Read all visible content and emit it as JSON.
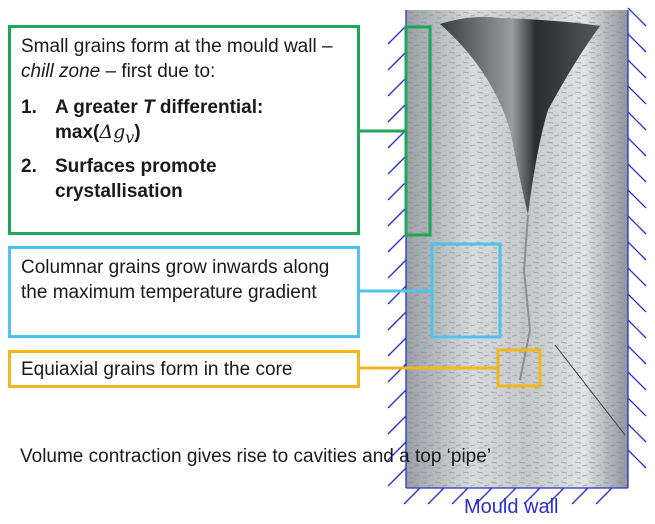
{
  "callouts": {
    "chill": {
      "line1": "Small grains form at the mould wall –",
      "chill_zone": "chill zone",
      "line1_tail": "– first due to:",
      "items": [
        {
          "num": "1.",
          "text": "A greater",
          "var": "T",
          "text2": "differential:",
          "expr": "max(",
          "math": "Δg",
          "sub": "v",
          "close": ")"
        },
        {
          "num": "2.",
          "text": "Surfaces promote crystallisation"
        }
      ]
    },
    "columnar": "Columnar grains grow inwards along the maximum temperature gradient",
    "equiaxial": "Equiaxial grains form in the core"
  },
  "note": "Volume contraction gives rise to cavities and a top ‘pipe’",
  "mould_label": "Mould wall",
  "colors": {
    "chill": "#1fa55a",
    "columnar": "#4fc3ee",
    "equiaxial": "#f2b71c",
    "mould": "#2a2fd0"
  }
}
